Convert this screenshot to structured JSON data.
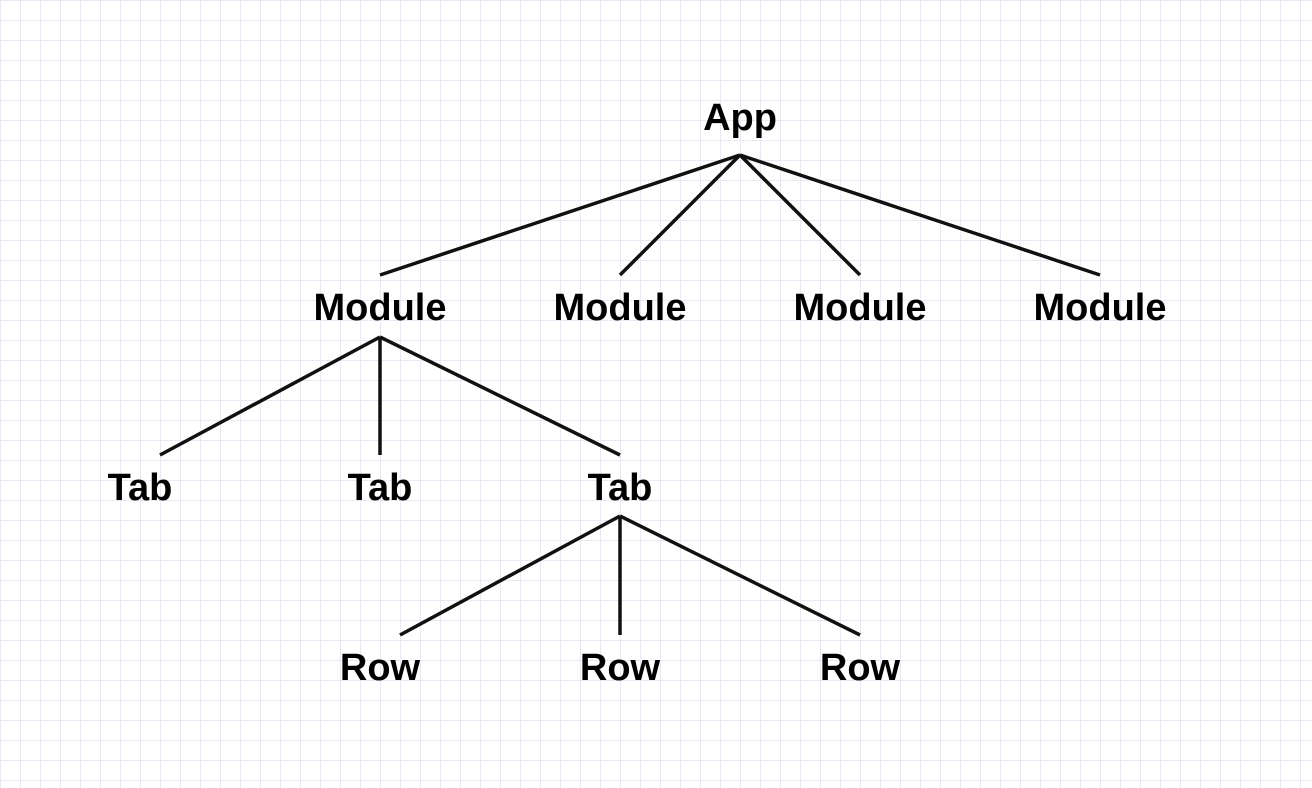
{
  "diagram": {
    "type": "tree",
    "root": {
      "label": "App",
      "children": [
        {
          "label": "Module",
          "children": [
            {
              "label": "Tab",
              "children": []
            },
            {
              "label": "Tab",
              "children": []
            },
            {
              "label": "Tab",
              "children": [
                {
                  "label": "Row",
                  "children": []
                },
                {
                  "label": "Row",
                  "children": []
                },
                {
                  "label": "Row",
                  "children": []
                }
              ]
            }
          ]
        },
        {
          "label": "Module",
          "children": []
        },
        {
          "label": "Module",
          "children": []
        },
        {
          "label": "Module",
          "children": []
        }
      ]
    },
    "line_color": "#111111",
    "grid_color": "#e9e9f6",
    "background": "#ffffff"
  }
}
